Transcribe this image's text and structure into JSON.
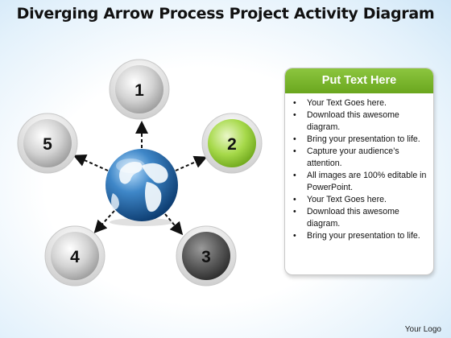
{
  "title": "Diverging Arrow Process Project Activity Diagram",
  "nodes": [
    {
      "label": "1",
      "color": "gray"
    },
    {
      "label": "2",
      "color": "green"
    },
    {
      "label": "3",
      "color": "dark-gray"
    },
    {
      "label": "4",
      "color": "gray"
    },
    {
      "label": "5",
      "color": "gray"
    }
  ],
  "center_icon": "globe-icon",
  "panel": {
    "header": "Put Text Here",
    "header_color": "#7ab530",
    "bullets": [
      "Your Text Goes here.",
      "Download this awesome diagram.",
      "Bring your presentation to life.",
      "Capture your audience’s attention.",
      "All images are 100% editable in PowerPoint.",
      "Your Text Goes here.",
      "Download this awesome diagram.",
      "Bring your presentation to life."
    ]
  },
  "footer": "Your Logo",
  "colors": {
    "accent_green": "#8cc63f",
    "globe_blue": "#1f5f9a"
  }
}
